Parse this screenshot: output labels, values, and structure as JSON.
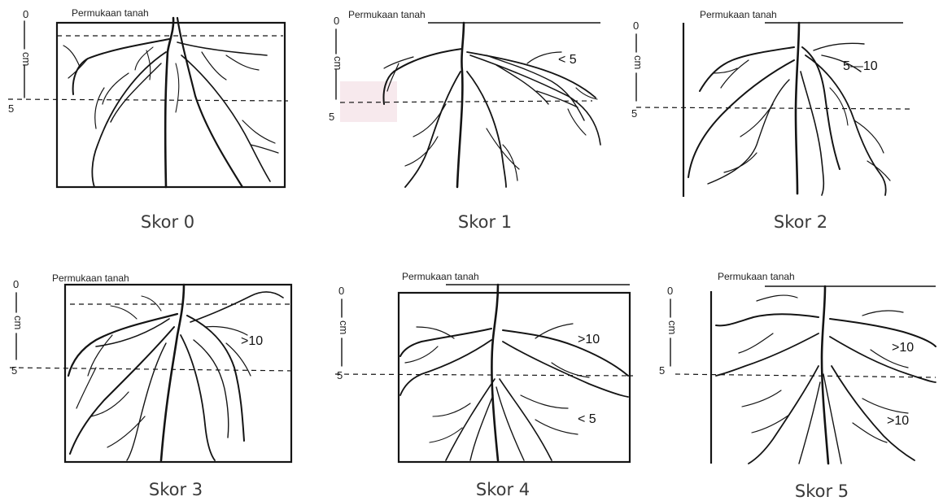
{
  "panels": [
    {
      "caption": "Skor 0",
      "surface_label": "Permukaan tanah",
      "axis_top": "0",
      "axis_unit": "cm",
      "axis_mark": "5",
      "depth_labels": []
    },
    {
      "caption": "Skor 1",
      "surface_label": "Permukaan tanah",
      "axis_top": "0",
      "axis_unit": "cm",
      "axis_mark": "5",
      "depth_labels": [
        "< 5"
      ]
    },
    {
      "caption": "Skor 2",
      "surface_label": "Permukaan tanah",
      "axis_top": "0",
      "axis_unit": "cm",
      "axis_mark": "5",
      "depth_labels": [
        "5—10"
      ]
    },
    {
      "caption": "Skor 3",
      "surface_label": "Permukaan tanah",
      "axis_top": "0",
      "axis_unit": "cm",
      "axis_mark": "5",
      "depth_labels": [
        ">10"
      ]
    },
    {
      "caption": "Skor 4",
      "surface_label": "Permukaan tanah",
      "axis_top": "0",
      "axis_unit": "cm",
      "axis_mark": "5",
      "depth_labels": [
        ">10",
        "< 5"
      ]
    },
    {
      "caption": "Skor 5",
      "surface_label": "Permukaan tanah",
      "axis_top": "0",
      "axis_unit": "cm",
      "axis_mark": "5",
      "depth_labels": [
        ">10",
        ">10"
      ]
    }
  ]
}
